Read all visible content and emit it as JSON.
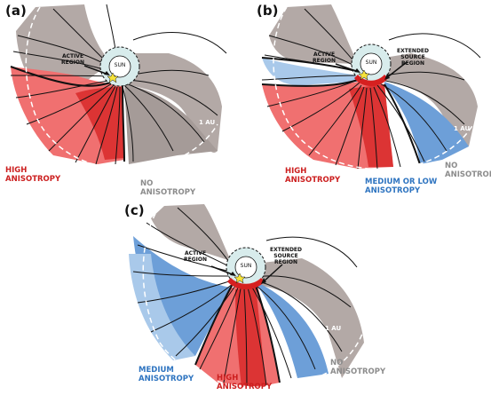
{
  "panels": [
    {
      "id": "a",
      "label": "(a)",
      "active_region": [
        "ACTIVE",
        "REGION"
      ],
      "sun": "SUN",
      "au": "1 AU",
      "regions": [
        {
          "lines": [
            "HIGH",
            "ANISOTROPY"
          ],
          "color": "#cc1f1f"
        },
        {
          "lines": [
            "NO",
            "ANISOTROPY"
          ],
          "color": "#8c8c8c"
        }
      ]
    },
    {
      "id": "b",
      "label": "(b)",
      "active_region": [
        "ACTIVE",
        "REGION"
      ],
      "extended_source": [
        "EXTENDED",
        "SOURCE",
        "REGION"
      ],
      "sun": "SUN",
      "au": "1 AU",
      "regions": [
        {
          "lines": [
            "HIGH",
            "ANISOTROPY"
          ],
          "color": "#cc1f1f"
        },
        {
          "lines": [
            "MEDIUM OR LOW",
            "ANISOTROPY"
          ],
          "color": "#2e74c0"
        },
        {
          "lines": [
            "NO",
            "ANISOTROPY"
          ],
          "color": "#8c8c8c"
        }
      ]
    },
    {
      "id": "c",
      "label": "(c)",
      "active_region": [
        "ACTIVE",
        "REGION"
      ],
      "extended_source": [
        "EXTENDED",
        "SOURCE",
        "REGION"
      ],
      "sun": "SUN",
      "au": "1 AU",
      "regions": [
        {
          "lines": [
            "MEDIUM",
            "ANISOTROPY"
          ],
          "color": "#2e74c0"
        },
        {
          "lines": [
            "HIGH",
            "ANISOTROPY"
          ],
          "color": "#cc1f1f"
        },
        {
          "lines": [
            "NO",
            "ANISOTROPY"
          ],
          "color": "#8c8c8c"
        }
      ]
    }
  ],
  "colors": {
    "red_fill": "#f06a6a",
    "red_dark": "#d62020",
    "blue_fill": "#6d9fd8",
    "blue_light": "#a9c9ea",
    "gray_fill": "#b3a9a6",
    "gray_dark": "#8f8583",
    "sun_halo": "#d8ecec",
    "star": "#f5e23a"
  }
}
